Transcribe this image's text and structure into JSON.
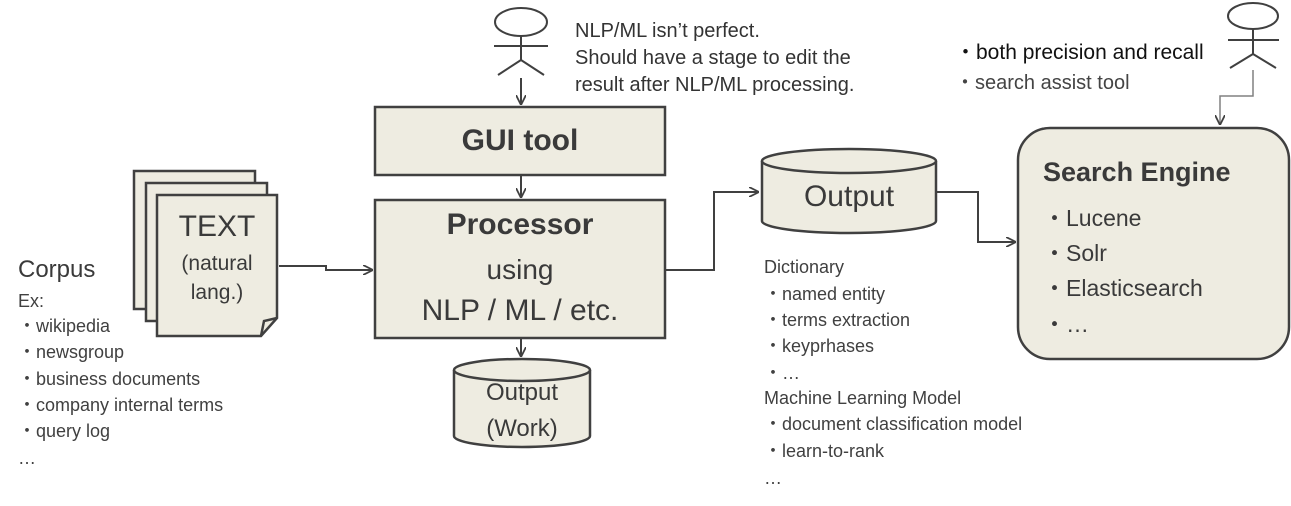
{
  "note": {
    "line1": "NLP/ML  isn’t perfect.",
    "line2": "Should have a stage to edit  the",
    "line3": "result after NLP/ML processing."
  },
  "search_notes": {
    "line1": "・both precision and recall",
    "line2": "・search assist tool"
  },
  "gui_tool": {
    "label": "GUI tool"
  },
  "processor": {
    "title": "Processor",
    "line2": "using",
    "line3": "NLP / ML / etc."
  },
  "text_doc": {
    "title": "TEXT",
    "line2": "(natural",
    "line3": "lang.)"
  },
  "output_db": {
    "label": "Output"
  },
  "output_work": {
    "line1": "Output",
    "line2": "(Work)"
  },
  "corpus": {
    "title": "Corpus",
    "ex": "Ex:",
    "items": [
      "・wikipedia",
      "・newsgroup",
      "・business documents",
      "・company internal terms",
      "・query log",
      "…"
    ]
  },
  "dictionary": {
    "title": "Dictionary",
    "items": [
      "・named entity",
      "・terms extraction",
      "・keyprhases",
      "・…"
    ]
  },
  "ml_model": {
    "title": "Machine  Learning Model",
    "items": [
      "・document classification model",
      "・learn-to-rank",
      "…"
    ]
  },
  "search_engine": {
    "title": "Search Engine",
    "items": [
      "・Lucene",
      "・Solr",
      "・Elasticsearch",
      "・…"
    ]
  },
  "colors": {
    "box_fill": "#eeece1",
    "stroke": "#404040",
    "text": "#404040"
  }
}
